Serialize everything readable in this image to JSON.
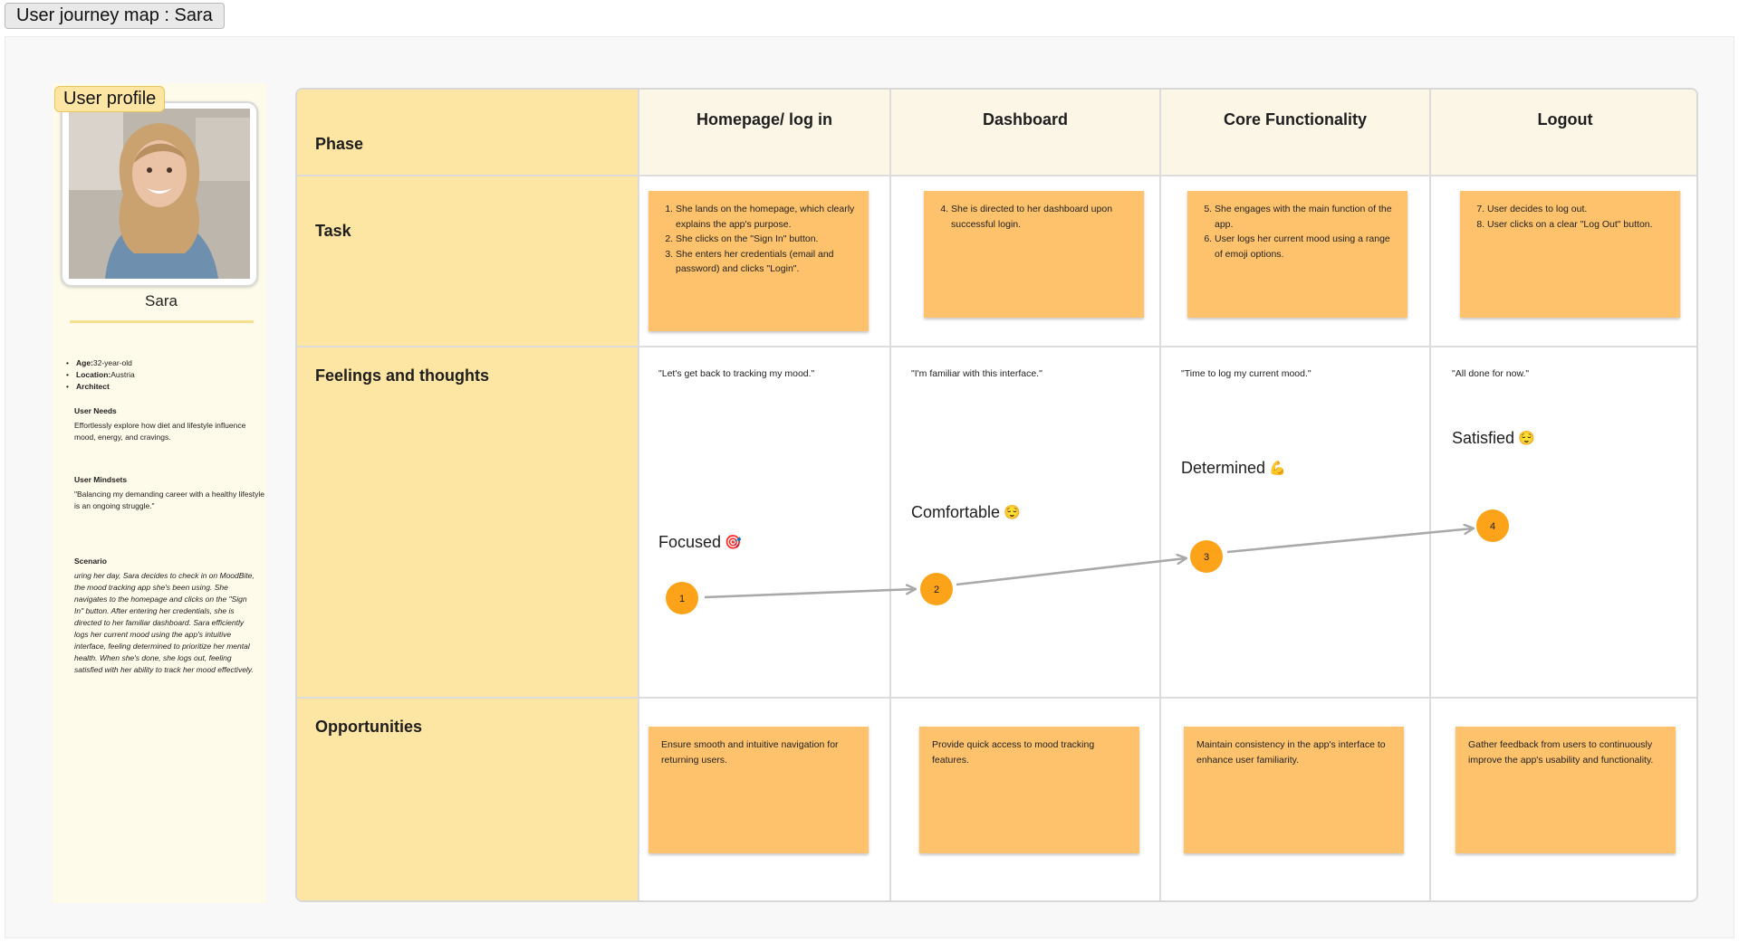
{
  "board": {
    "title": "User journey map : Sara"
  },
  "profile": {
    "tag": "User profile",
    "name": "Sara",
    "age_label": "Age:",
    "age": "32-year-old",
    "location_label": "Location:",
    "location": "Austria",
    "occupation": "Architect",
    "needs_title": "User Needs",
    "needs": "Effortlessly explore how diet and lifestyle influence mood, energy, and cravings.",
    "mindsets_title": "User Mindsets",
    "mindsets": "\"Balancing my demanding career with a healthy lifestyle is an ongoing struggle.\"",
    "scenario_title": "Scenario",
    "scenario": "uring her day, Sara decides to check in on MoodBite, the mood tracking  app she's been using. She navigates to the homepage and clicks on the  \"Sign In\" button. After entering her credentials, she is directed to her  familiar dashboard. Sara efficiently logs her current mood using the  app's intuitive interface, feeling determined to prioritize her mental health. When she's done, she logs out, feeling satisfied with her  ability to track her mood effectively."
  },
  "rows": {
    "phase": "Phase",
    "task": "Task",
    "feelings": "Feelings and thoughts",
    "opportunities": "Opportunities"
  },
  "phases": [
    {
      "title": "Homepage/ log in",
      "tasks": [
        "She lands on the homepage, which clearly explains the app's purpose.",
        "She clicks on the \"Sign In\" button.",
        "She enters her credentials (email and password) and clicks \"Login\"."
      ],
      "task_start": 1,
      "quote": "\"Let's get back to tracking my mood.\"",
      "feeling": "Focused",
      "emoji": "🎯",
      "step": "1",
      "opportunity": "Ensure smooth and intuitive navigation for returning users."
    },
    {
      "title": "Dashboard",
      "tasks": [
        "She is directed to her dashboard upon successful login."
      ],
      "task_start": 4,
      "quote": "\"I'm familiar with this interface.\"",
      "feeling": "Comfortable",
      "emoji": "😌",
      "step": "2",
      "opportunity": "Provide quick access to mood tracking features."
    },
    {
      "title": "Core Functionality",
      "tasks": [
        "She engages with the main function of the app.",
        "User logs her current mood using a range of emoji options."
      ],
      "task_start": 5,
      "quote": "\"Time to log my current mood.\"",
      "feeling": "Determined",
      "emoji": "💪",
      "step": "3",
      "opportunity": "Maintain consistency in the app's interface to enhance user familiarity."
    },
    {
      "title": "Logout",
      "tasks": [
        "User decides to log out.",
        "User clicks on a clear \"Log Out\" button."
      ],
      "task_start": 7,
      "quote": "\"All done for now.\"",
      "feeling": "Satisfied",
      "emoji": "😌",
      "step": "4",
      "opportunity": "Gather feedback from users to continuously improve the app's usability and functionality."
    }
  ],
  "colors": {
    "sticky": "#fec26c",
    "phase_col": "#fde5a3",
    "step_dot": "#fda31a",
    "arrow": "#a9a9a9"
  }
}
